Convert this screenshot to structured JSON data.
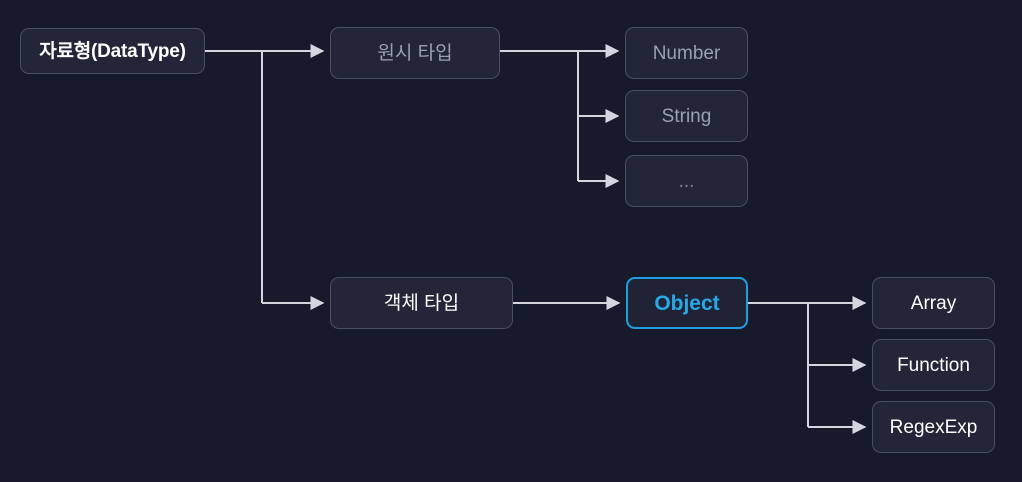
{
  "diagram": {
    "title": "JavaScript DataType hierarchy",
    "background_color": "#171a2b",
    "node_fill": "#232638",
    "node_border": "#4a4f63",
    "edge_color": "#d4d6df",
    "highlight_color": "#1f9fe0",
    "muted_text_color": "#9ba0b0",
    "text_color": "#ffffff"
  },
  "nodes": {
    "root": {
      "label": "자료형(DataType)"
    },
    "primitive_type": {
      "label": "원시 타입"
    },
    "object_type": {
      "label": "객체 타입"
    },
    "number": {
      "label": "Number"
    },
    "string": {
      "label": "String"
    },
    "ellipsis": {
      "label": "..."
    },
    "object": {
      "label": "Object"
    },
    "array": {
      "label": "Array"
    },
    "function": {
      "label": "Function"
    },
    "regexexp": {
      "label": "RegexExp"
    }
  },
  "edges": [
    {
      "from": "root",
      "to": "primitive_type"
    },
    {
      "from": "root",
      "to": "object_type"
    },
    {
      "from": "primitive_type",
      "to": "number"
    },
    {
      "from": "primitive_type",
      "to": "string"
    },
    {
      "from": "primitive_type",
      "to": "ellipsis"
    },
    {
      "from": "object_type",
      "to": "object"
    },
    {
      "from": "object",
      "to": "array"
    },
    {
      "from": "object",
      "to": "function"
    },
    {
      "from": "object",
      "to": "regexexp"
    }
  ]
}
